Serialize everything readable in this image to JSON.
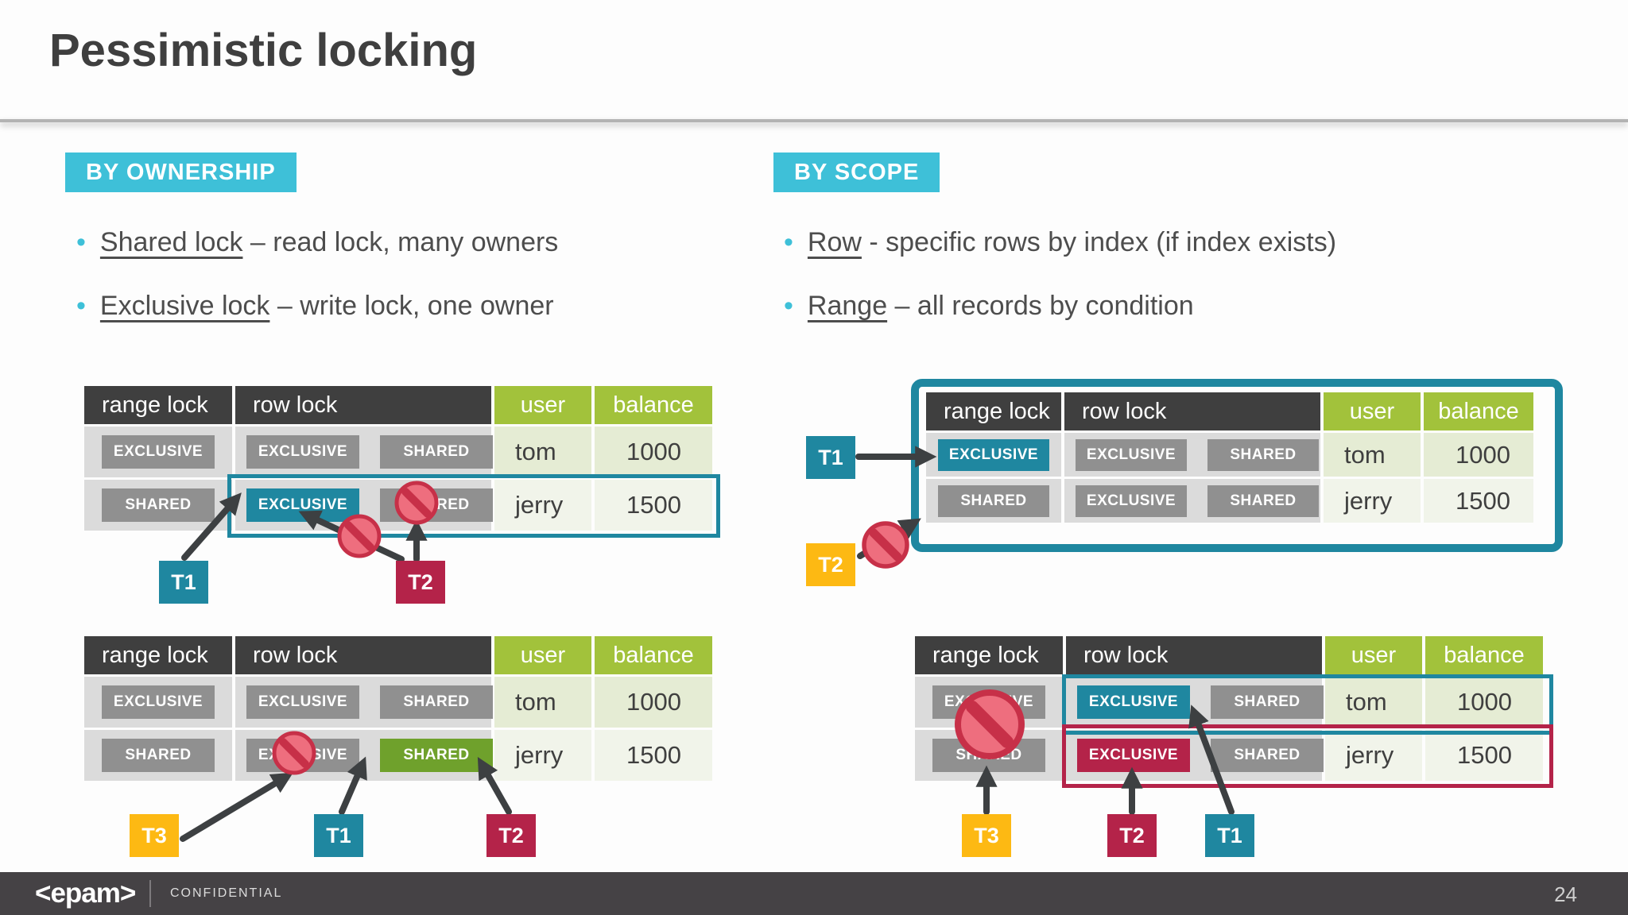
{
  "title": "Pessimistic locking",
  "sections": {
    "ownership": {
      "badge": "BY OWNERSHIP",
      "bullets": [
        {
          "term": "Shared lock",
          "desc": " – read lock, many owners"
        },
        {
          "term": "Exclusive lock",
          "desc": " – write lock, one owner"
        }
      ]
    },
    "scope": {
      "badge": "BY SCOPE",
      "bullets": [
        {
          "term": "Row",
          "desc": " - specific rows by index (if index exists)"
        },
        {
          "term": "Range",
          "desc": " – all records by condition"
        }
      ]
    }
  },
  "table": {
    "headers": [
      "range lock",
      "row lock",
      "user",
      "balance"
    ],
    "locks": {
      "exclusive": "EXCLUSIVE",
      "shared": "SHARED"
    },
    "rows": [
      {
        "user": "tom",
        "balance": "1000"
      },
      {
        "user": "jerry",
        "balance": "1500"
      }
    ]
  },
  "transactions": {
    "t1": "T1",
    "t2": "T2",
    "t3": "T3"
  },
  "footer": {
    "logo": "<epam>",
    "label": "CONFIDENTIAL",
    "page": "24"
  },
  "colors": {
    "dark": "#3f3f3f",
    "cyan": "#3ec0d8",
    "teal": "#1f87a0",
    "crimson": "#b42349",
    "yellow": "#fdb913",
    "green_header": "#a2c23b",
    "green_lock": "#6fa12c",
    "gray_lock": "#909090",
    "col_bg": "#dbdbdb",
    "light_row1": "#e5ecd4",
    "light_row2": "#f1f4ea",
    "arrow": "#3d4042",
    "blocked_fill": "#ee6e7e",
    "blocked_stroke": "#c73048",
    "footer_bg": "#454245"
  }
}
